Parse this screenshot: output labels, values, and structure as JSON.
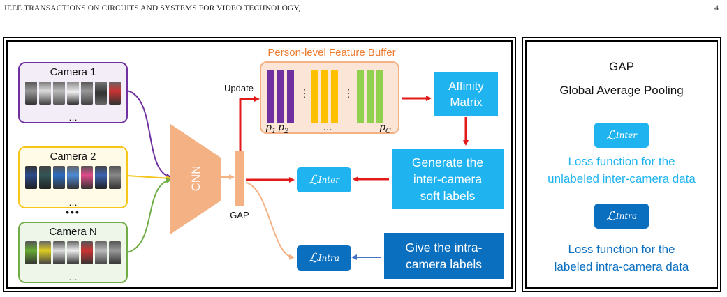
{
  "header": {
    "journal": "IEEE TRANSACTIONS ON CIRCUITS AND SYSTEMS FOR VIDEO TECHNOLOGY,",
    "page_number": "4"
  },
  "diagram": {
    "cameras": [
      {
        "label": "Camera 1",
        "color": "#7030a0",
        "fill": "#f2edf6"
      },
      {
        "label": "Camera 2",
        "color": "#f5c518",
        "fill": "#fffbe6"
      },
      {
        "label": "Camera N",
        "color": "#70ad47",
        "fill": "#eef6ea"
      }
    ],
    "camera_dots": "…",
    "cameras_ellipsis": "•••",
    "cnn_label": "CNN",
    "gap_label": "GAP",
    "update_label": "Update",
    "buffer": {
      "title": "Person-level Feature Buffer",
      "p1": "p",
      "p1_sub": "1",
      "p2": "p",
      "p2_sub": "2",
      "pc": "p",
      "pc_sub": "C",
      "dots_mid": "…",
      "dots_vert": "⋮"
    },
    "affinity_label": "Affinity Matrix",
    "affinity_line1": "Affinity",
    "affinity_line2": "Matrix",
    "generate_line1": "Generate the",
    "generate_line2": "inter-camera",
    "generate_line3": "soft labels",
    "give_line1": "Give the intra-",
    "give_line2": "camera labels",
    "loss_inter": {
      "symbol": "ℒ",
      "sub": "Inter"
    },
    "loss_intra": {
      "symbol": "ℒ",
      "sub": "Intra"
    }
  },
  "legend": {
    "gap_title": "GAP",
    "gap_full": "Global Average Pooling",
    "inter_desc_line1": "Loss function for the",
    "inter_desc_line2": "unlabeled inter-camera data",
    "intra_desc_line1": "Loss function for the",
    "intra_desc_line2": "labeled intra-camera data"
  },
  "colors": {
    "purple": "#7030a0",
    "yellow": "#ffc000",
    "green": "#92d050",
    "orange": "#f4b183",
    "light_blue": "#1fb4f0",
    "dark_blue": "#0b6fc0",
    "red": "#e31a1a",
    "arrow_blue": "#4472c4"
  }
}
